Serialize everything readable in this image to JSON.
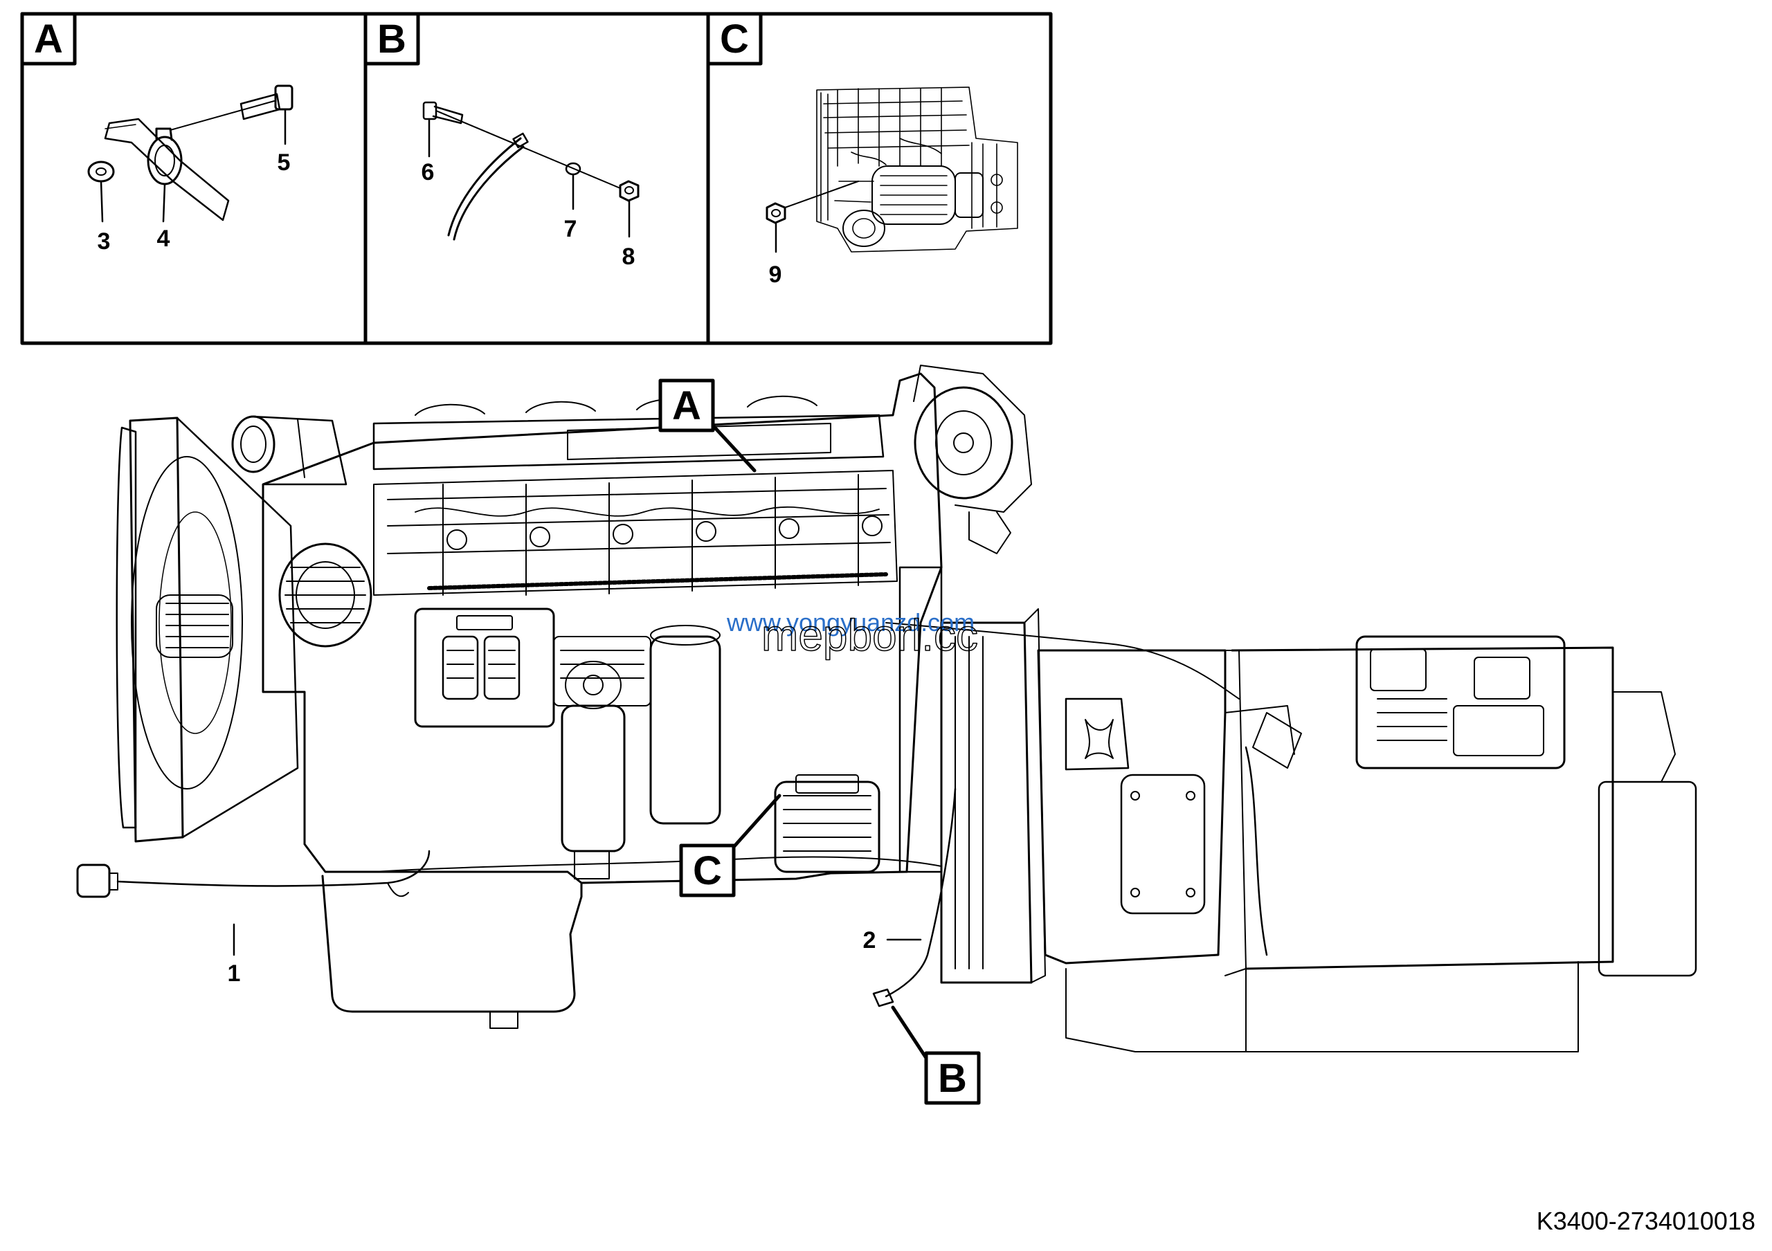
{
  "detail_panels": [
    {
      "letter": "A",
      "callouts": [
        "3",
        "4",
        "5"
      ]
    },
    {
      "letter": "B",
      "callouts": [
        "6",
        "7",
        "8"
      ]
    },
    {
      "letter": "C",
      "callouts": [
        "9"
      ]
    }
  ],
  "main_view": {
    "view_labels": [
      "A",
      "C",
      "B"
    ],
    "callouts": [
      "1",
      "2"
    ]
  },
  "watermark": {
    "line1": "www.yongyuanzd.com",
    "line2": "mepborl.cc",
    "color": "#2a6fc9"
  },
  "document_number": "K3400-2734010018"
}
